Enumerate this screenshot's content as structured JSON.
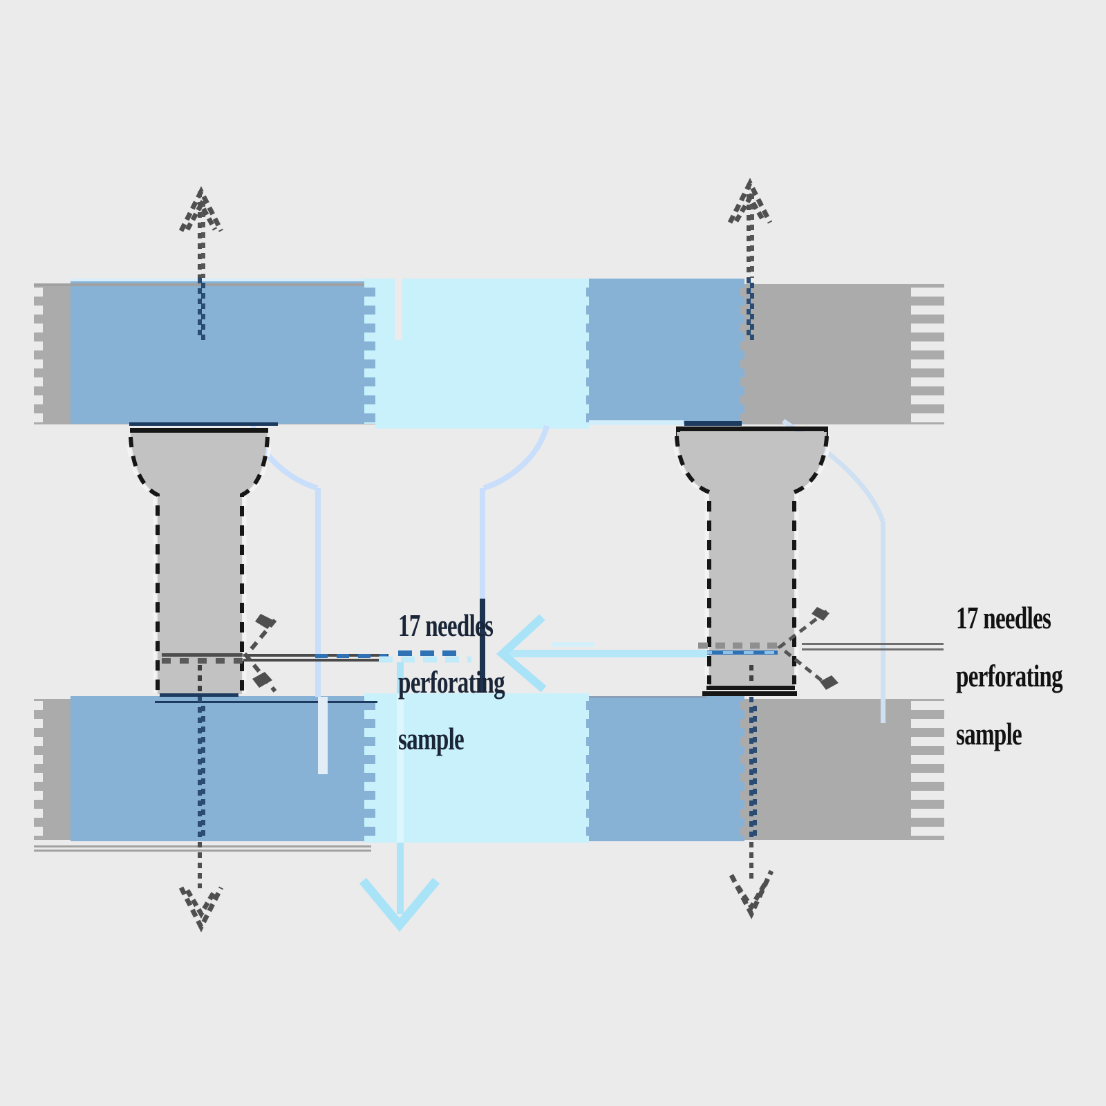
{
  "title": "Tensile grips holding dog-bone sample, needles perforating sample (glitched composite diagram)",
  "labels": {
    "middle": {
      "line1": "17 needles",
      "line2": "perforating",
      "line3": "sample"
    },
    "right": {
      "line1": "17 needles",
      "line2": "perforating",
      "line3": "sample"
    }
  },
  "colors": {
    "background": "#ebebeb",
    "grip_bar_gray": "#ababab",
    "grip_bar_blue": "#87b2d6",
    "grip_bar_cyan": "#c8f1fc",
    "sample_gray": "#c2c2c2",
    "outline_black": "#161616",
    "navy": "#1d3a5f",
    "needle_blue": "#2e72b5",
    "cyan_arrow": "#a8e3f8",
    "cyan_arrow_shaft": "#b5e7f9",
    "pale_outline_blue": "#c9defa",
    "pale_outline_blue_right": "#cfe0f2",
    "arrow_dark_gray": "#4f4f4f",
    "arrow_navy": "#2b4c72",
    "thin_arrow_gray": "#6e6e6e",
    "text_middle": "#1a2638",
    "text_right": "#121212"
  }
}
